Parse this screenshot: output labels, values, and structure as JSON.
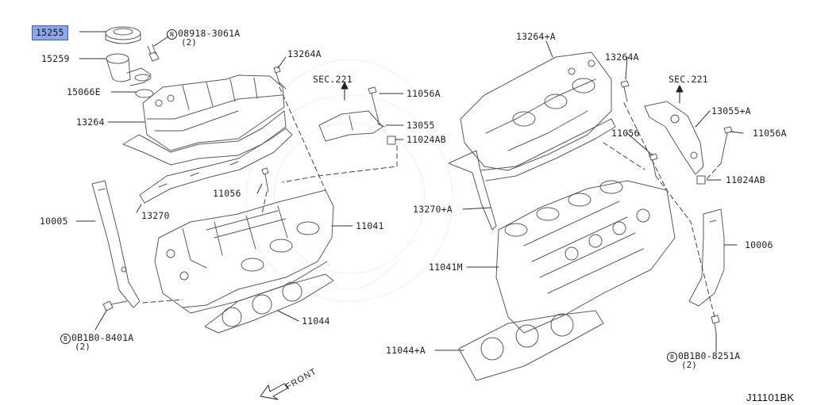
{
  "diagram_code": "J11101BK",
  "front_label": "FRONT",
  "highlighted_part": "15255",
  "labels": {
    "p15255": "15255",
    "p15259": "15259",
    "p15066e": "15066E",
    "p13264": "13264",
    "p13270": "13270",
    "p10005": "10005",
    "bolt_n": "08918-3061A",
    "bolt_n_qty": "(2)",
    "p13264a_l": "13264A",
    "p11056_l": "11056",
    "p11041": "11041",
    "p11044": "11044",
    "bolt_b_l": "0B1B0-8401A",
    "bolt_b_l_qty": "(2)",
    "sec221_l": "SEC.221",
    "p11056a_l": "11056A",
    "p13055": "13055",
    "p11024ab_l": "11024AB",
    "p13264pa": "13264+A",
    "p13264a_r": "13264A",
    "sec221_r": "SEC.221",
    "p13055pa": "13055+A",
    "p11056_r": "11056",
    "p11056a_r": "11056A",
    "p11024ab_r": "11024AB",
    "p13270pa": "13270+A",
    "p11041m": "11041M",
    "p10006": "10006",
    "p11044pa": "11044+A",
    "bolt_b_r": "0B1B0-8251A",
    "bolt_b_r_qty": "(2)"
  },
  "circle_letters": {
    "n": "N",
    "b": "B"
  },
  "colors": {
    "line": "#5a5a5a",
    "highlight": "#8fa6e8",
    "text": "#222222"
  }
}
